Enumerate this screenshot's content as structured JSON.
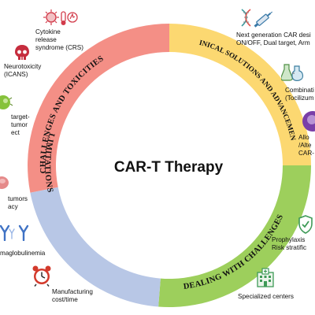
{
  "center": {
    "title": "CAR-T Therapy"
  },
  "segments": [
    {
      "id": "challenges",
      "label": "CHALLENGES AND TOXICITIES",
      "color": "#f48f86"
    },
    {
      "id": "clinical",
      "label": "CLINICAL SOLUTIONS AND ADVANCEMENTS",
      "color": "#fcd871"
    },
    {
      "id": "dealing",
      "label": "DEALING WITH CHALLENGES",
      "color": "#9dcf5c"
    },
    {
      "id": "limitations",
      "label": "LIMITATIONS",
      "color": "#b8c7e6"
    }
  ],
  "notes": {
    "crs": "Cytokine\nrelease\nsyndrome (CRS)",
    "icans": "Neurotoxicity\n(ICANS)",
    "on_target": "target-\ntumor\nect",
    "solid_tumors": "tumors\nacy",
    "hypogamma": "maglobulinemia",
    "manufacturing": "Manufacturing\ncost/time",
    "next_gen": "Next generation CAR desi\nON/OFF, Dual target, Arm",
    "combination": "Combinati\n(Tocilizum",
    "allogeneic": "Allo\n/Alte\nCAR-",
    "prophylaxis": "Prophylaxis\nRisk stratific",
    "specialized": "Specialized centers"
  },
  "icons": {
    "cytokine": "cytokine-virus-icon",
    "neuro": "skull-icon",
    "tumor_cell": "tumor-cell-icon",
    "solid_tumor": "solid-tumor-icon",
    "antibody": "antibody-icon",
    "clock": "alarm-clock-icon",
    "dna": "dna-syringe-icon",
    "drugs": "drug-flasks-icon",
    "t_cell": "t-cell-icon",
    "shield": "shield-icon",
    "hospital": "hospital-icon"
  }
}
